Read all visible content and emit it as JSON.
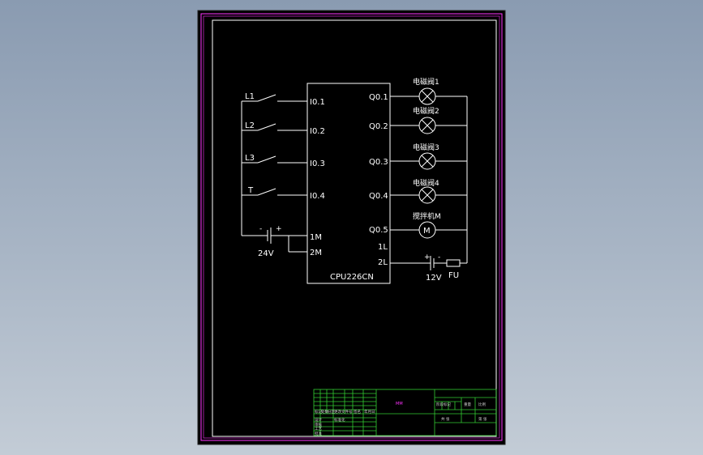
{
  "colors": {
    "canvas_bg": "#000000",
    "sheet_border": "#ff33ff",
    "drawing_lines": "#ffffff",
    "title_block_lines": "#33cc33",
    "title_block_text": "#ff33ff"
  },
  "plc": {
    "model": "CPU226CN",
    "inputs": [
      "I0.1",
      "I0.2",
      "I0.3",
      "I0.4"
    ],
    "common_inputs": [
      "1M",
      "2M"
    ],
    "outputs": [
      "Q0.1",
      "Q0.2",
      "Q0.3",
      "Q0.4",
      "Q0.5"
    ],
    "common_outputs": [
      "1L",
      "2L"
    ]
  },
  "input_devices": [
    "L1",
    "L2",
    "L3",
    "T"
  ],
  "output_devices": [
    "电磁阀1",
    "电磁阀2",
    "电磁阀3",
    "电磁阀4",
    "搅拌机M"
  ],
  "motor_symbol": "M",
  "input_supply": {
    "voltage": "24V",
    "minus": "-",
    "plus": "+"
  },
  "output_supply": {
    "voltage": "12V",
    "plus": "+",
    "minus": "-",
    "fuse": "FU"
  },
  "title_block": {
    "drawing_name": "MM",
    "labels": [
      "标记",
      "处数",
      "分区",
      "更改文件号",
      "签名",
      "年月日",
      "设计",
      "标准化",
      "审核",
      "工艺",
      "批准",
      "阶段标记",
      "重量",
      "比例",
      "共 张",
      "第 张"
    ]
  }
}
